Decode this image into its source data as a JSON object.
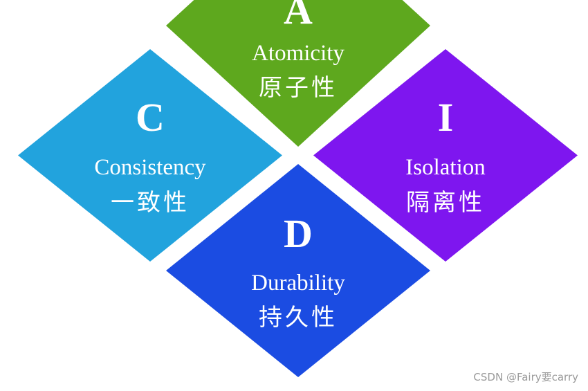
{
  "diagram": {
    "atomicity": {
      "letter": "A",
      "word": "Atomicity",
      "cn": "原子性",
      "color": "#5ea81e"
    },
    "consistency": {
      "letter": "C",
      "word": "Consistency",
      "cn": "一致性",
      "color": "#22a3dd"
    },
    "isolation": {
      "letter": "I",
      "word": "Isolation",
      "cn": "隔离性",
      "color": "#7e16ef"
    },
    "durability": {
      "letter": "D",
      "word": "Durability",
      "cn": "持久性",
      "color": "#1b4ce2"
    }
  },
  "watermark": "CSDN @Fairy要carry"
}
